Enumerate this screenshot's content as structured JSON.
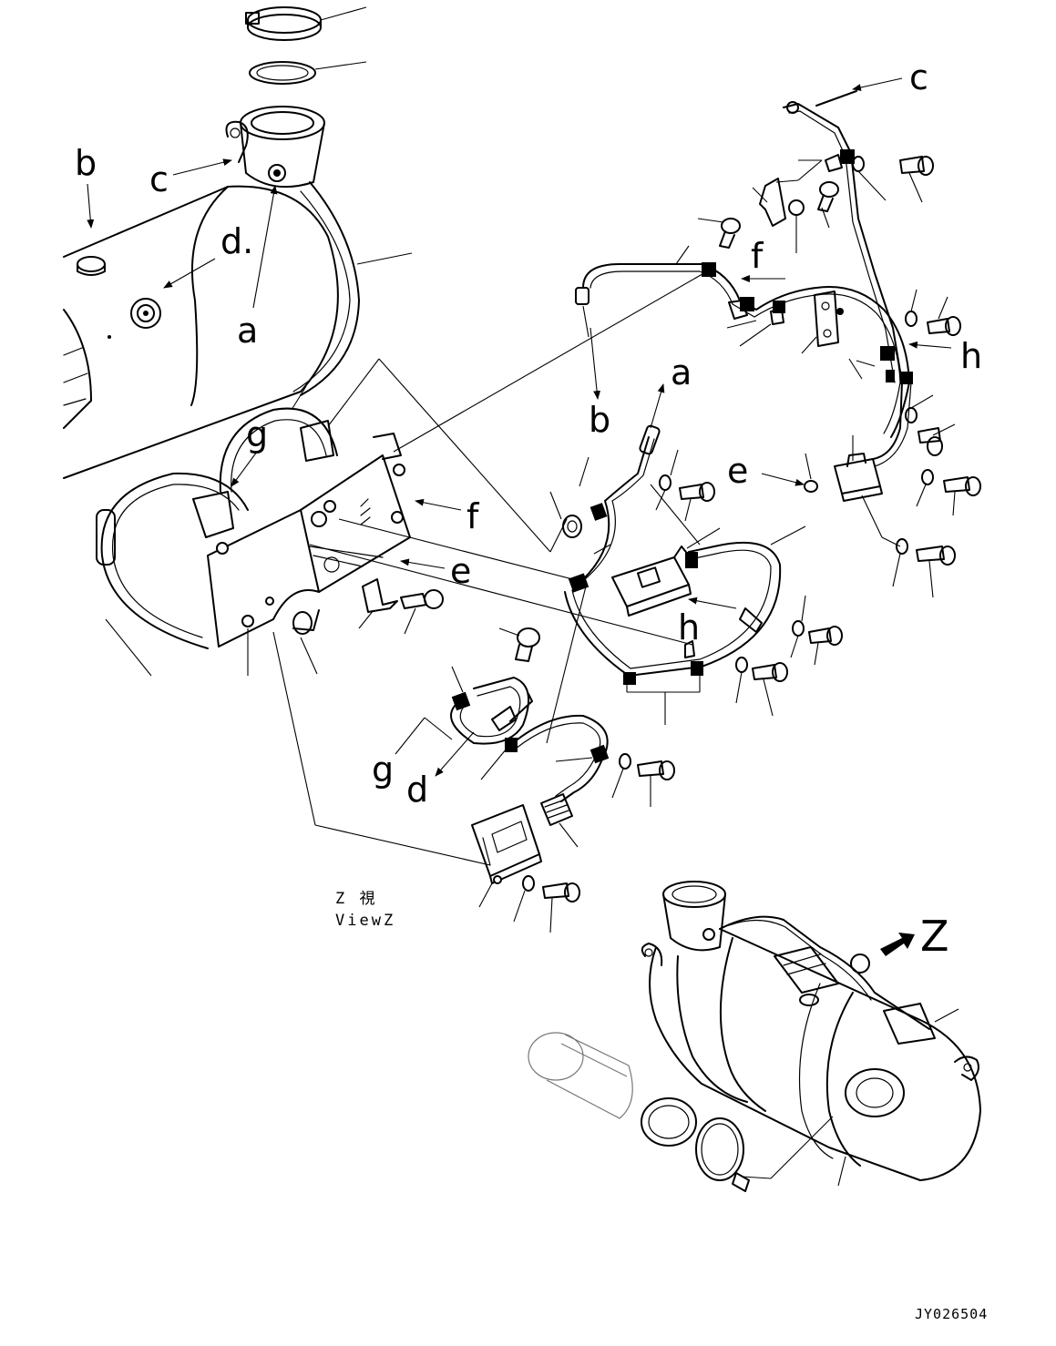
{
  "drawing_code": "JY026504",
  "view": {
    "kanji": "Z 視",
    "english": "ViewZ"
  },
  "view_arrow_letter": "Z",
  "callouts": {
    "a1": "a",
    "a2": "a",
    "b1": "b",
    "b2": "b",
    "c1": "c",
    "c2": "c",
    "d1": "d.",
    "d2": "d",
    "e1": "e",
    "e2": "e",
    "f1": "f",
    "f2": "f",
    "g1": "g",
    "g2": "g",
    "h1": "h",
    "h2": "h"
  }
}
